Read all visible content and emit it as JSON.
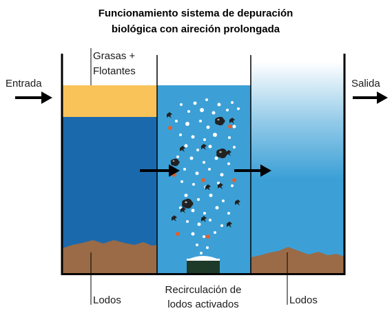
{
  "title": {
    "line1": "Funcionamiento sistema de depuración",
    "line2": "biológica con aireción prolongada"
  },
  "labels": {
    "entrada": "Entrada",
    "salida": "Salida",
    "grasas_line1": "Grasas +",
    "grasas_line2": "Flotantes",
    "lodos_left": "Lodos",
    "lodos_right": "Lodos",
    "recirculacion_line1": "Recirculación de",
    "recirculacion_line2": "lodos activados"
  },
  "colors": {
    "fat_layer": "#f9c35a",
    "left_water": "#1b69ad",
    "aeration_water": "#3ca0d6",
    "clarified_water": "#3ca0d6",
    "sludge": "#9a6b46",
    "bubbles": "#ffffff",
    "orange_particles": "#e0602a",
    "floc": "#222222",
    "diffuser": "#1e3a28",
    "walls": "#000000"
  },
  "icons": [
    "flow-arrow-icon",
    "air-diffuser-icon",
    "bubble-icon",
    "bacteria-floc-icon"
  ]
}
